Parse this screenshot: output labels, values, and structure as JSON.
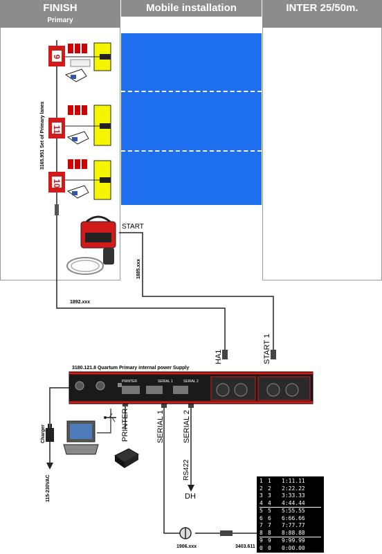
{
  "headers": {
    "finish": "FINISH",
    "primary": "Primary",
    "mobile": "Mobile installation",
    "inter": "INTER 25/50m."
  },
  "pads": {
    "vertical_label": "3165.951 Set of Primary lanes",
    "lane_numbers": [
      "9",
      "11",
      "10"
    ]
  },
  "start_unit": {
    "start_label": "START",
    "cable_code": "1885.xxx"
  },
  "cable_bottom_code": "1892.xxx",
  "connectors": {
    "ha1": "HA1",
    "start1": "START 1",
    "printer": "PRINTER",
    "serial1": "SERIAL 1",
    "serial2": "SERIAL 2"
  },
  "device": {
    "title": "3180.121.8 Quartum Primary internal power Supply",
    "printer_port": "PRINTER",
    "serial1_port": "SERIAL 1",
    "serial2_port": "SERIAL 2"
  },
  "charger": {
    "label": "Charger",
    "voltage": "115-230VAC"
  },
  "rs422": {
    "label": "RS422",
    "target": "DH"
  },
  "junction_code": "1906.xxx",
  "board_code": "3403.611",
  "scoreboard": {
    "rows": [
      {
        "a": "1",
        "b": "1",
        "v": "1:11.11"
      },
      {
        "a": "2",
        "b": "2",
        "v": "2:22.22"
      },
      {
        "a": "3",
        "b": "3",
        "v": "3:33.33"
      },
      {
        "a": "4",
        "b": "4",
        "v": "4:44.44"
      },
      {
        "a": "5",
        "b": "5",
        "v": "5:55.55"
      },
      {
        "a": "6",
        "b": "6",
        "v": "6:66.66"
      },
      {
        "a": "7",
        "b": "7",
        "v": "7:77.77"
      },
      {
        "a": "8",
        "b": "8",
        "v": "8:88.88"
      },
      {
        "a": "9",
        "b": "9",
        "v": "9:99.99"
      },
      {
        "a": "0",
        "b": "0",
        "v": "0:00.00"
      }
    ]
  },
  "colors": {
    "header": "#8c8c8c",
    "pool": "#1e6ff0",
    "device": "#1a1a1a",
    "device_accent": "#d11a1a",
    "touchpad": "#f5f500"
  }
}
